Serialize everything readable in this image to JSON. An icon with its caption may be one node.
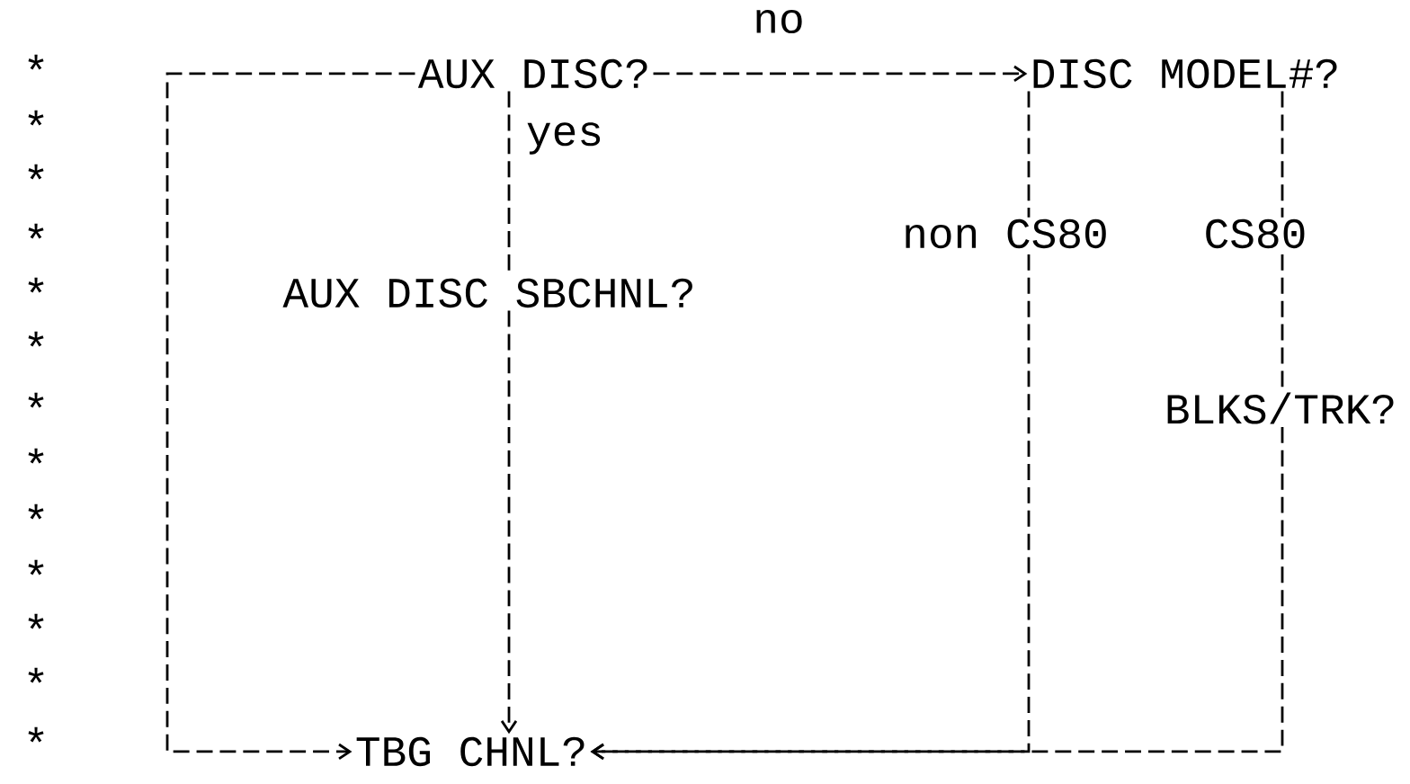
{
  "diagram": {
    "nodes": [
      {
        "text": [
          "AUX DISC?"
        ]
      },
      {
        "text": [
          "DISC MODEL#?"
        ]
      },
      {
        "text": [
          "AUX DISC SBCHNL?"
        ]
      },
      {
        "text": [
          "BLKS/TRK?"
        ]
      },
      {
        "text": [
          "TBG CHNL?"
        ]
      }
    ],
    "edges": [
      {
        "from": 0,
        "to": 1,
        "arrow": "to",
        "label": "no"
      },
      {
        "from": 0,
        "to": 4,
        "arrow": "to"
      },
      {
        "from": 0,
        "to": 2,
        "arrow": "none",
        "label": "yes"
      },
      {
        "from": 2,
        "to": 4,
        "arrow": "to"
      },
      {
        "from": 1,
        "to": 4,
        "arrow": "to",
        "label": "non CS80"
      },
      {
        "from": 1,
        "to": 3,
        "arrow": "none",
        "label": "CS80"
      },
      {
        "from": 3,
        "to": 4,
        "arrow": "to"
      }
    ],
    "labels": [
      "*",
      "*",
      "*",
      "*",
      "*",
      "*",
      "*",
      "*",
      "*",
      "*",
      "*",
      "*",
      "*"
    ]
  }
}
